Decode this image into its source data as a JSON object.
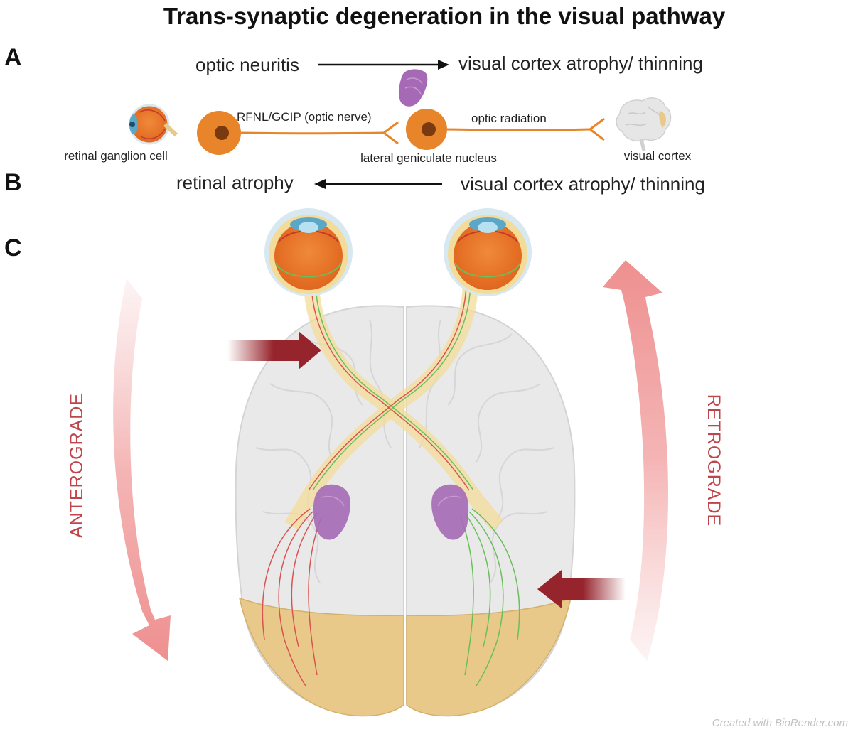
{
  "title": "Trans-synaptic degeneration in the visual pathway",
  "panels": {
    "a": "A",
    "b": "B",
    "c": "C"
  },
  "panel_a": {
    "from": "optic neuritis",
    "to": "visual cortex atrophy/ thinning"
  },
  "pathway": {
    "retinal_ganglion_cell": "retinal ganglion cell",
    "optic_nerve": "RFNL/GCIP (optic nerve)",
    "lgn": "lateral geniculate nucleus",
    "optic_radiation": "optic radiation",
    "visual_cortex": "visual cortex"
  },
  "panel_b": {
    "from": "visual cortex atrophy/ thinning",
    "to": "retinal atrophy"
  },
  "panel_c": {
    "anterograde": "ANTEROGRADE",
    "retrograde": "RETROGRADE"
  },
  "credit": "Created with BioRender.com",
  "colors": {
    "neuron": "#e8852a",
    "axon": "#e8852a",
    "lgn": "#a569b5",
    "arrow_dark": "#96242c",
    "arrow_light": "#ef9a9a",
    "direction_text": "#c0454b",
    "brain": "#e9e9e9",
    "occipital": "#e8c98a"
  }
}
